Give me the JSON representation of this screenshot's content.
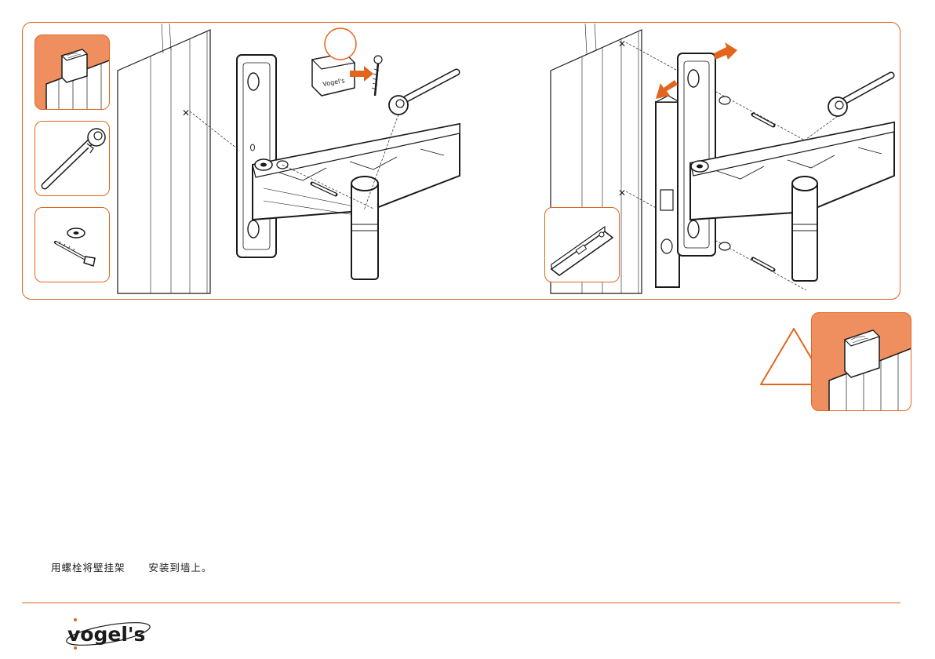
{
  "caption": {
    "line": "用螺栓将壁挂架      安装到墙上。"
  },
  "illustration": {
    "badge_label": "",
    "box_label": "Vogel's"
  },
  "brand": {
    "logo_text": "vogel's",
    "accent_color": "#e3651d",
    "fill_color": "#ef8f5f"
  },
  "icons": {
    "wood_stud": "wood-stud-icon",
    "socket_wrench": "socket-wrench-icon",
    "bolt_washer": "bolt-and-washer-icon",
    "spirit_level": "spirit-level-icon",
    "warning": "warning-triangle-icon"
  }
}
